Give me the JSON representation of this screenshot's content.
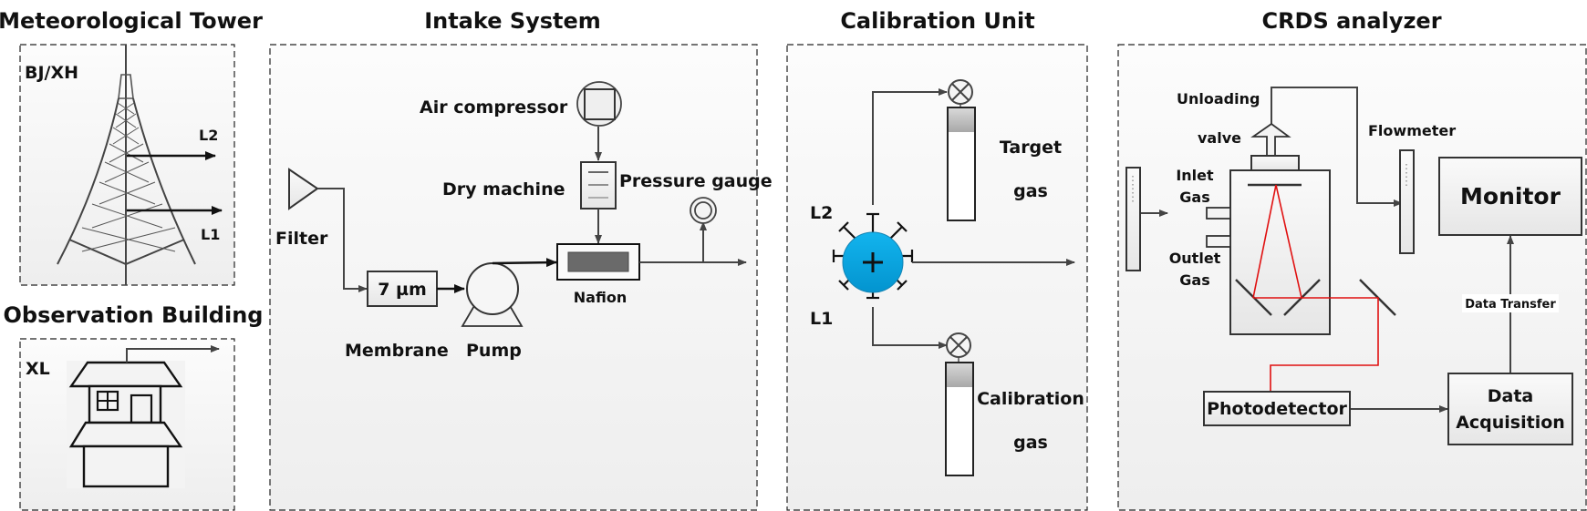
{
  "sections": {
    "tower": {
      "title": "Meteorological Tower",
      "site": "BJ/XH",
      "level_upper": "L2",
      "level_lower": "L1"
    },
    "building": {
      "title": "Observation Building",
      "site": "XL"
    },
    "intake": {
      "title": "Intake System",
      "air_compressor": "Air compressor",
      "dry_machine": "Dry machine",
      "pressure_gauge": "Pressure gauge",
      "filter": "Filter",
      "membrane_value": "7 µm",
      "membrane": "Membrane",
      "pump": "Pump",
      "nafion": "Nafion"
    },
    "calibration": {
      "title": "Calibration Unit",
      "valve_upper": "L2",
      "valve_lower": "L1",
      "target_gas_line1": "Target",
      "target_gas_line2": "gas",
      "calibration_gas_line1": "Calibration",
      "calibration_gas_line2": "gas"
    },
    "crds": {
      "title": "CRDS analyzer",
      "unloading_line1": "Unloading",
      "unloading_line2": "valve",
      "flowmeter": "Flowmeter",
      "inlet_line1": "Inlet",
      "inlet_line2": "Gas",
      "outlet_line1": "Outlet",
      "outlet_line2": "Gas",
      "monitor": "Monitor",
      "data_transfer": "Data Transfer",
      "photodetector": "Photodetector",
      "data_acq_line1": "Data",
      "data_acq_line2": "Acquisition"
    }
  },
  "colors": {
    "valve_blue": "#0aa6e0",
    "laser_red": "#e01010"
  }
}
